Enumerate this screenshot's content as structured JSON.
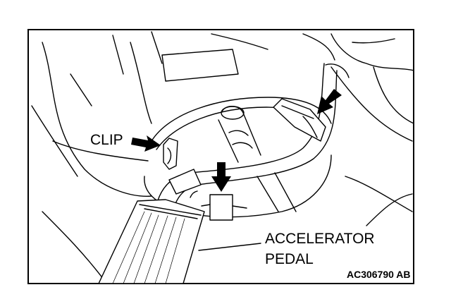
{
  "labels": {
    "clip": "CLIP",
    "accelerator_line1": "ACCELERATOR",
    "accelerator_line2": "PEDAL"
  },
  "figure_code": "AC306790 AB",
  "colors": {
    "ink": "#000000",
    "paper": "#ffffff"
  }
}
